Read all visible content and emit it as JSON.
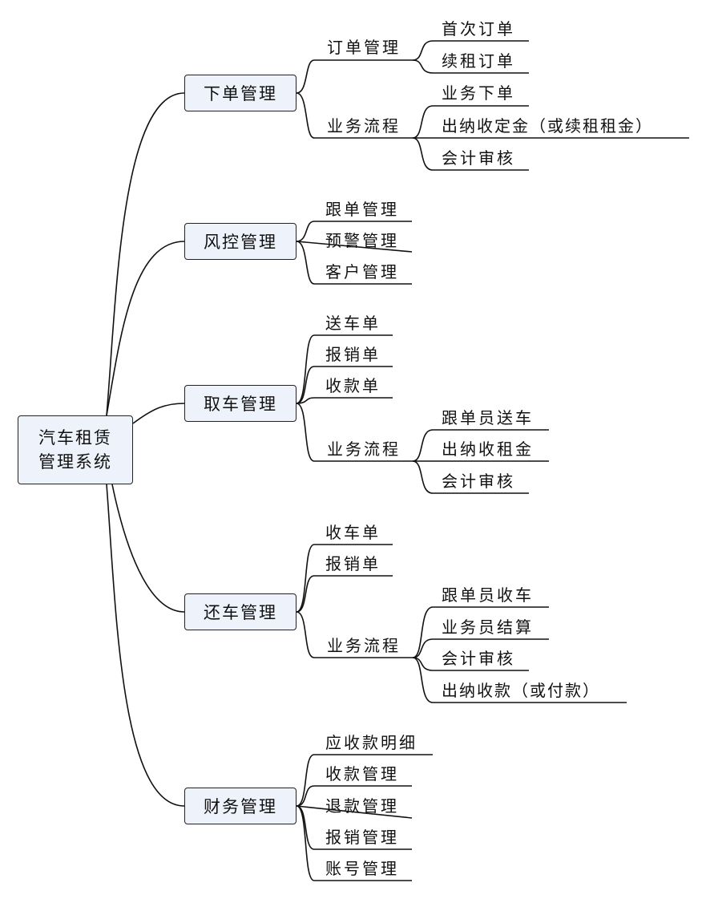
{
  "root": {
    "line1": "汽车租赁",
    "line2": "管理系统"
  },
  "categories": [
    {
      "label": "下单管理"
    },
    {
      "label": "风控管理"
    },
    {
      "label": "取车管理"
    },
    {
      "label": "还车管理"
    },
    {
      "label": "财务管理"
    }
  ],
  "order": {
    "sub1": "订单管理",
    "sub1_items": [
      "首次订单",
      "续租订单"
    ],
    "sub2": "业务流程",
    "sub2_items": [
      "业务下单",
      "出纳收定金（或续租租金）",
      "会计审核"
    ]
  },
  "risk": {
    "items": [
      "跟单管理",
      "预警管理",
      "客户管理"
    ]
  },
  "pickup": {
    "items": [
      "送车单",
      "报销单",
      "收款单"
    ],
    "sub": "业务流程",
    "sub_items": [
      "跟单员送车",
      "出纳收租金",
      "会计审核"
    ]
  },
  "return": {
    "items": [
      "收车单",
      "报销单"
    ],
    "sub": "业务流程",
    "sub_items": [
      "跟单员收车",
      "业务员结算",
      "会计审核",
      "出纳收款（或付款）"
    ]
  },
  "finance": {
    "items": [
      "应收款明细",
      "收款管理",
      "退款管理",
      "报销管理",
      "账号管理"
    ]
  }
}
